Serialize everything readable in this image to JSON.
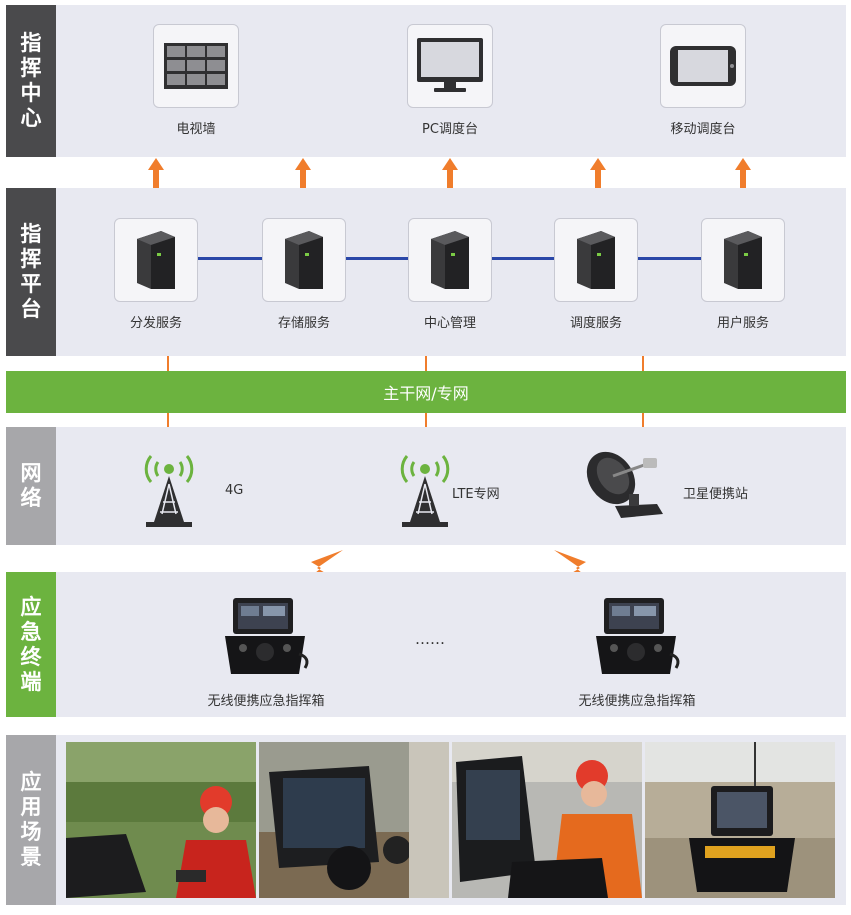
{
  "layers": {
    "command_center": {
      "label": "指挥中心"
    },
    "command_platform": {
      "label": "指挥平台"
    },
    "network": {
      "label": "网络"
    },
    "terminal": {
      "label": "应急终端"
    },
    "scenario": {
      "label": "应用场景"
    }
  },
  "command_center": {
    "items": [
      {
        "label": "电视墙",
        "icon": "video-wall-icon"
      },
      {
        "label": "PC调度台",
        "icon": "monitor-icon"
      },
      {
        "label": "移动调度台",
        "icon": "mobile-phone-icon"
      }
    ]
  },
  "platform": {
    "servers": [
      {
        "label": "分发服务",
        "icon": "server-icon"
      },
      {
        "label": "存储服务",
        "icon": "server-icon"
      },
      {
        "label": "中心管理",
        "icon": "server-icon"
      },
      {
        "label": "调度服务",
        "icon": "server-icon"
      },
      {
        "label": "用户服务",
        "icon": "server-icon"
      }
    ]
  },
  "backbone": {
    "label": "主干网/专网"
  },
  "network": {
    "items": [
      {
        "label": "4G",
        "icon": "signal-tower-icon"
      },
      {
        "label": "LTE专网",
        "icon": "signal-tower-icon"
      },
      {
        "label": "卫星便携站",
        "icon": "satellite-dish-icon"
      }
    ]
  },
  "terminal": {
    "items": [
      {
        "label": "无线便携应急指挥箱",
        "icon": "command-case-icon"
      },
      {
        "label": "无线便携应急指挥箱",
        "icon": "command-case-icon"
      }
    ],
    "ellipsis": "……"
  },
  "colors": {
    "band": "#e8e9f1",
    "dark_tab": "#4a4a4c",
    "gray_tab": "#a7a7aa",
    "green": "#6cb33f",
    "orange": "#f07d2c",
    "link_blue": "#2a47a8"
  }
}
